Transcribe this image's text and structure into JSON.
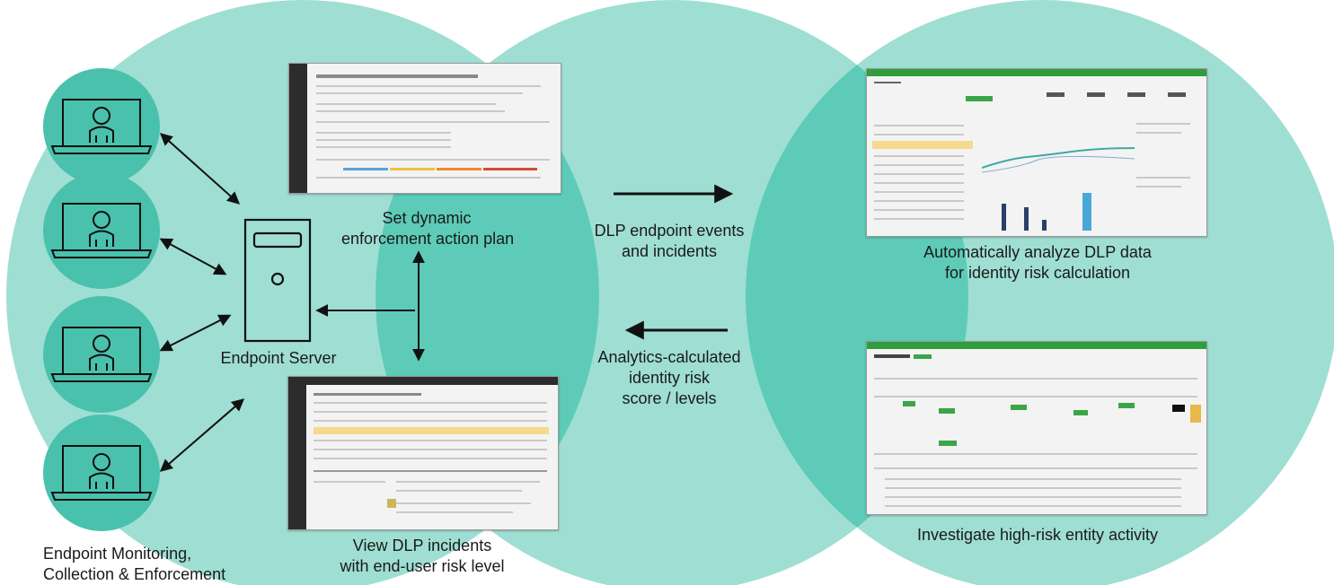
{
  "colors": {
    "circle_fill": "#9fded3",
    "overlap_fill": "#5dcbb8",
    "laptop_badge": "#49c1ad",
    "line": "#111111",
    "brand_green": "#2f9d3b"
  },
  "labels": {
    "endpoint_monitoring": [
      "Endpoint Monitoring,",
      "Collection & Enforcement"
    ],
    "endpoint_server": "Endpoint Server",
    "set_plan": [
      "Set dynamic",
      "enforcement action plan"
    ],
    "view_incidents": [
      "View DLP incidents",
      "with end-user risk level"
    ],
    "dlp_events": [
      "DLP endpoint events",
      "and incidents"
    ],
    "risk_scores": [
      "Analytics-calculated",
      "identity risk",
      "score / levels"
    ],
    "analyze": [
      "Automatically analyze DLP data",
      "for identity risk calculation"
    ],
    "investigate": "Investigate high-risk entity activity"
  },
  "icons": {
    "endpoint": "laptop-user-icon",
    "server": "server-tower-icon",
    "arrow": "arrow-icon"
  }
}
